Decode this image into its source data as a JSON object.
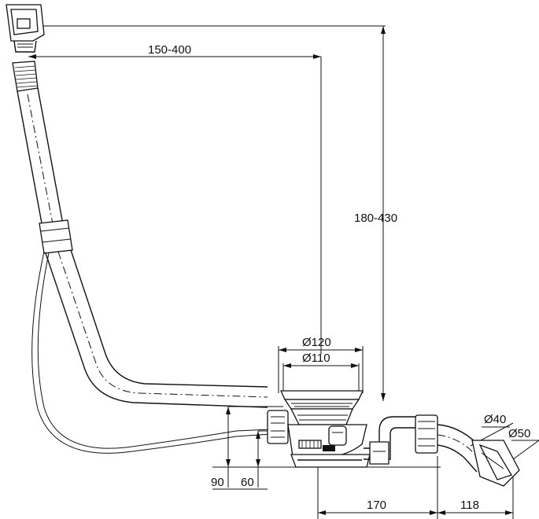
{
  "dimensions": {
    "overflow_reach": "150-400",
    "overflow_height": "180-430",
    "outer_diameter": "Ø120",
    "inner_diameter": "Ø110",
    "total_height": "90",
    "trap_height": "60",
    "trap_length": "170",
    "outlet_length": "118",
    "outlet_diameter_small": "Ø40",
    "outlet_diameter_large": "Ø50"
  }
}
